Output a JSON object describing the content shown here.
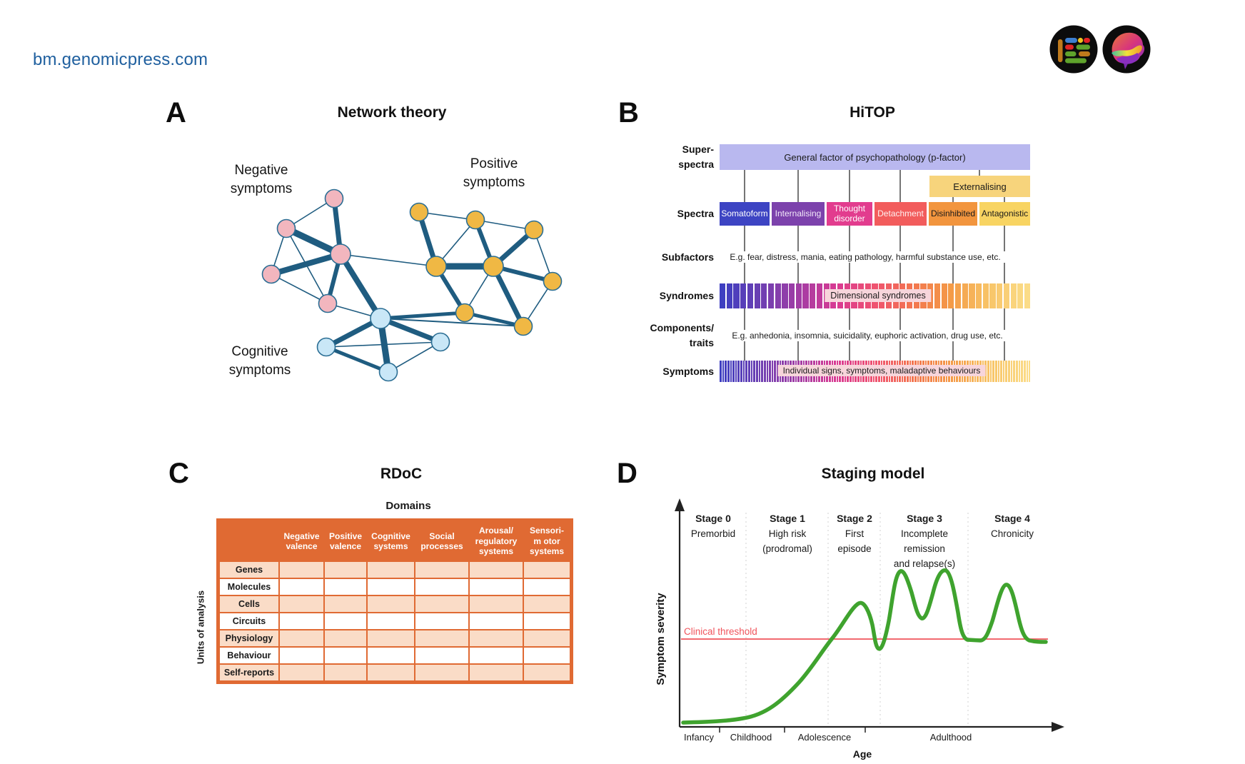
{
  "page": {
    "site_url": "bm.genomicpress.com"
  },
  "panel_a": {
    "label": "A",
    "title": "Network theory",
    "edge_color": "#1F5C80",
    "node_stroke": "#2B6E94",
    "clusters": {
      "negative": {
        "name": "Negative\nsymptoms",
        "color": "#F2B6BE"
      },
      "positive": {
        "name": "Positive\nsymptoms",
        "color": "#F0B844"
      },
      "cognitive": {
        "name": "Cognitive\nsymptoms",
        "color": "#C9E7F7"
      }
    }
  },
  "panel_b": {
    "label": "B",
    "title": "HiTOP",
    "row_labels": [
      "Super-\nspectra",
      "Spectra",
      "Subfactors",
      "Syndromes",
      "Components/\ntraits",
      "Symptoms"
    ],
    "superspectra_bar": {
      "label": "General factor of psychopathology (p-factor)",
      "color": "#B9B8EF"
    },
    "externalising_box": {
      "label": "Externalising",
      "color": "#F7D47C"
    },
    "spectra": [
      {
        "label": "Somatoform",
        "color": "#3D44C3",
        "text_color": "#FFFFFF"
      },
      {
        "label": "Internalising",
        "color": "#7C42AC",
        "text_color": "#F3E8FA"
      },
      {
        "label": "Thought\ndisorder",
        "color": "#E23C8E",
        "text_color": "#FFFFFF"
      },
      {
        "label": "Detachment",
        "color": "#F25C5C",
        "text_color": "#FFF0F0"
      },
      {
        "label": "Disinhibited",
        "color": "#F2953E",
        "text_color": "#1A1A1A"
      },
      {
        "label": "Antagonistic",
        "color": "#F8D462",
        "text_color": "#1A1A1A"
      }
    ],
    "subfactors_text": "E.g. fear, distress, mania, eating pathology, harmful substance use, etc.",
    "syndromes_bar_label": "Dimensional syndromes",
    "components_text": "E.g. anhedonia, insomnia, suicidality, euphoric activation, drug use, etc.",
    "symptoms_bar_label": "Individual signs, symptoms, maladaptive behaviours",
    "gradient_stops": [
      "#3E3FC1",
      "#6C3FB2",
      "#A23DA5",
      "#D93A92",
      "#EF5370",
      "#F3764F",
      "#F49B47",
      "#F8C568",
      "#FBDC88"
    ]
  },
  "panel_c": {
    "label": "C",
    "title": "RDoC",
    "domains_label": "Domains",
    "units_label": "Units of analysis",
    "header_color": "#E06A33",
    "row_shade_color": "#FADCC7",
    "columns": [
      "Negative\nvalence",
      "Positive\nvalence",
      "Cognitive\nsystems",
      "Social\nprocesses",
      "Arousal/\nregulatory\nsystems",
      "Sensori-\nm otor\nsystems"
    ],
    "rows": [
      "Genes",
      "Molecules",
      "Cells",
      "Circuits",
      "Physiology",
      "Behaviour",
      "Self-reports"
    ]
  },
  "panel_d": {
    "label": "D",
    "title": "Staging model",
    "y_axis_label": "Symptom severity",
    "x_axis_label": "Age",
    "threshold": {
      "label": "Clinical threshold",
      "color": "#F0545C"
    },
    "curve_color": "#3FA32E",
    "stages": [
      {
        "name": "Stage 0",
        "desc": "Premorbid"
      },
      {
        "name": "Stage 1",
        "desc": "High risk\n(prodromal)"
      },
      {
        "name": "Stage 2",
        "desc": "First\nepisode"
      },
      {
        "name": "Stage 3",
        "desc": "Incomplete\nremission\nand relapse(s)"
      },
      {
        "name": "Stage 4",
        "desc": "Chronicity"
      }
    ],
    "age_labels": [
      "Infancy",
      "Childhood",
      "Adolescence",
      "Adulthood"
    ]
  }
}
